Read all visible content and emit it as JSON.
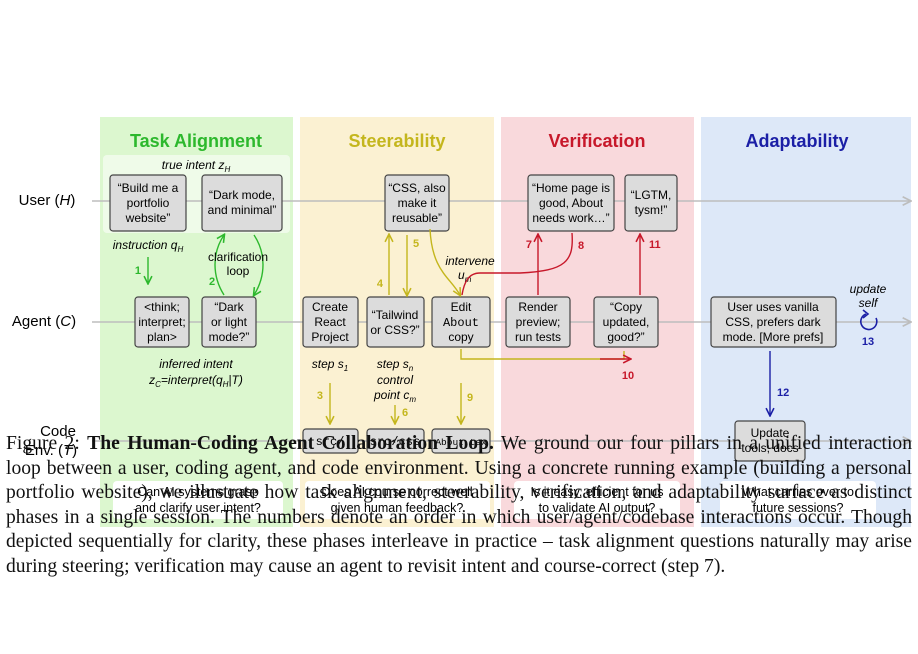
{
  "colors": {
    "task_alignment_bg": "#dcf7cf",
    "steerability_bg": "#fbf1d2",
    "verification_bg": "#f9d9dc",
    "adaptability_bg": "#dde8f8",
    "task_alignment_title": "#2db82d",
    "steerability_title": "#c4b61d",
    "verification_title": "#c7182a",
    "adaptability_title": "#1b1fa6",
    "box_fill": "#dcdcdc",
    "box_stroke": "#444444",
    "lane_line": "#bdbdbd"
  },
  "pillars": {
    "task_alignment": "Task Alignment",
    "steerability": "Steerability",
    "verification": "Verification",
    "adaptability": "Adaptability"
  },
  "lanes": {
    "user": [
      "User (",
      "H",
      ")"
    ],
    "agent": [
      "Agent (",
      "C",
      ")"
    ],
    "code": [
      "Code",
      "Env. (",
      "T",
      ")"
    ]
  },
  "boxes": {
    "build_portfolio": [
      "“Build me a",
      "portfolio",
      "website”"
    ],
    "dark_mode": [
      "“Dark mode,",
      "and minimal”"
    ],
    "think": [
      "<think;",
      "interpret;",
      "plan>"
    ],
    "dark_or_light": [
      "“Dark",
      "or light",
      "mode?”"
    ],
    "css_reusable": [
      "“CSS, also",
      "make it",
      "reusable”"
    ],
    "create_react": [
      "Create",
      "React",
      "Project"
    ],
    "tailwind": [
      "“Tailwind",
      "or CSS?”"
    ],
    "edit_about": [
      "Edit",
      "About",
      "copy"
    ],
    "src": "src/",
    "src_css": "src/css",
    "about_tsx": "About.tsx",
    "home_good": [
      "“Home page is",
      "good, About",
      "needs work…”"
    ],
    "lgtm": [
      "“LGTM,",
      "tysm!”"
    ],
    "render_preview": [
      "Render",
      "preview;",
      "run tests"
    ],
    "copy_updated": [
      "“Copy",
      "updated,",
      "good?”"
    ],
    "vanilla_css": [
      "User uses vanilla",
      "CSS, prefers dark",
      "mode. [More prefs]"
    ],
    "update_tools": [
      "Update",
      "tools; docs"
    ]
  },
  "labels": {
    "true_intent": "true intent z",
    "true_intent_sub": "H",
    "instruction": "instruction q",
    "instruction_sub": "H",
    "clarification": [
      "clarification",
      "loop"
    ],
    "inferred_intent": "inferred intent",
    "inferred_formula": "z",
    "inferred_formula_sub": "C",
    "inferred_formula_rest": "=interpret(q",
    "inferred_formula_sub2": "H",
    "inferred_formula_end": "|T)",
    "intervene": "intervene",
    "intervene_u": "u",
    "intervene_sub": "m",
    "step_s1": "step s",
    "step_s1_sub": "1",
    "step_sn": "step s",
    "step_sn_sub": "n",
    "control_point": "control",
    "control_point2": "point c",
    "control_point_sub": "m",
    "update_self": [
      "update",
      "self"
    ],
    "refresh_icon": "refresh-icon"
  },
  "steps": {
    "s1": "1",
    "s2": "2",
    "s3": "3",
    "s4": "4",
    "s5": "5",
    "s6": "6",
    "s7": "7",
    "s8": "8",
    "s9": "9",
    "s10": "10",
    "s11": "11",
    "s12": "12",
    "s13": "13"
  },
  "questions": {
    "task_alignment": [
      "Can AI systems grasp",
      "and clarify user intent?"
    ],
    "steerability": [
      "Does AI course correct well",
      "given human feedback?"
    ],
    "verification": [
      "Is it easy, efficient for us",
      "to validate AI output?"
    ],
    "adaptability": [
      "What carries over to",
      "future sessions?"
    ]
  },
  "caption": {
    "label": "Figure 2: ",
    "title": "The Human-Coding Agent Collaboration Loop.",
    "body": " We ground our four pillars in a unified interaction loop between a user, coding agent, and code environment. Using a concrete running example (building a personal portfolio website), we illustrate how task alignment, steerability, verification, and adaptability surface as distinct phases in a single session. The numbers denote an order in which user/agent/codebase interactions occur. Though depicted sequentially for clarity, these phases interleave in practice – task alignment questions naturally may arise during steering; verification may cause an agent to revisit intent and course-correct (step 7)."
  }
}
